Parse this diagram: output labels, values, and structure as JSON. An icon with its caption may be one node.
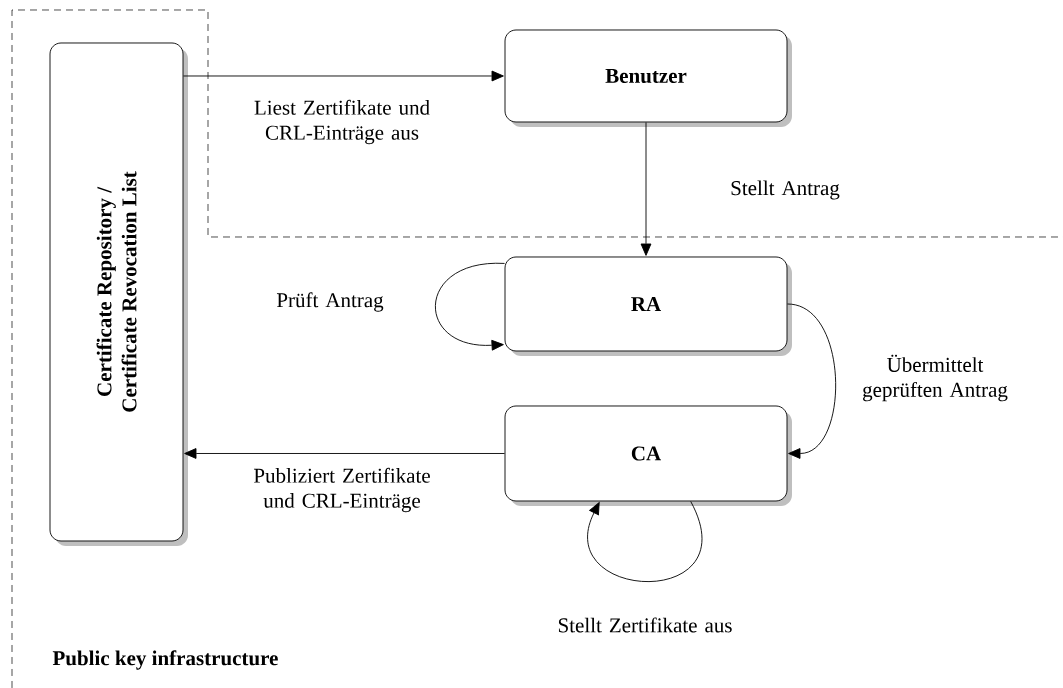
{
  "diagram": {
    "nodes": [
      {
        "text": [
          "Certificate Repository / Certificate Revocation List"
        ]
      },
      {
        "text": [
          "Benutzer"
        ]
      },
      {
        "text": [
          "RA"
        ]
      },
      {
        "text": [
          "CA"
        ]
      }
    ],
    "edges": [
      {
        "from": 0,
        "to": 1,
        "arrow": "to",
        "label": "Liest Zertifikate und CRL-Einträge aus"
      },
      {
        "from": 1,
        "to": 2,
        "arrow": "to",
        "label": "Stellt Antrag"
      },
      {
        "from": 2,
        "to": 2,
        "arrow": "to",
        "label": "Prüft Antrag"
      },
      {
        "from": 2,
        "to": 3,
        "arrow": "to",
        "label": "Übermittelt geprüften Antrag"
      },
      {
        "from": 3,
        "to": 0,
        "arrow": "to",
        "label": "Publiziert Zertifikate und CRL-Einträge"
      },
      {
        "from": 3,
        "to": 3,
        "arrow": "to",
        "label": "Stellt Zertifikate aus"
      }
    ],
    "labels": [
      "Public key infrastructure"
    ]
  }
}
